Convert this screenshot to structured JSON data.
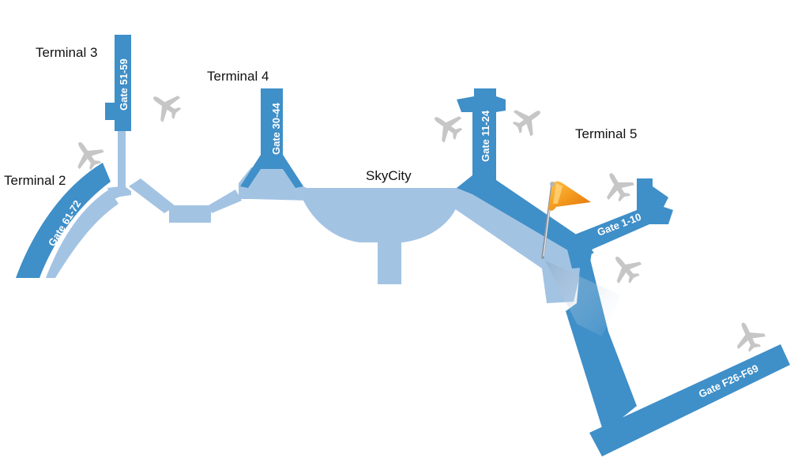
{
  "colors": {
    "concourse": "#3f8fc8",
    "walkway": "#a3c3e3",
    "plane_icon": "#c6c6c6",
    "flag": "#f39a1e",
    "label_text": "#111111",
    "gate_text": "#ffffff"
  },
  "terminals": [
    {
      "id": "t3",
      "label": "Terminal 3"
    },
    {
      "id": "t4",
      "label": "Terminal 4"
    },
    {
      "id": "t2",
      "label": "Terminal 2"
    },
    {
      "id": "t5",
      "label": "Terminal 5"
    },
    {
      "id": "skycity",
      "label": "SkyCity"
    }
  ],
  "gates": [
    {
      "id": "t3",
      "label": "Gate 51-59"
    },
    {
      "id": "t4",
      "label": "Gate 30-44"
    },
    {
      "id": "t5n",
      "label": "Gate 11-24"
    },
    {
      "id": "t2",
      "label": "Gate 61-72"
    },
    {
      "id": "t5e",
      "label": "Gate 1-10"
    },
    {
      "id": "tf",
      "label": "Gate F26-F69"
    }
  ],
  "icons": {
    "plane": "airplane-icon",
    "marker": "location-flag-icon"
  }
}
